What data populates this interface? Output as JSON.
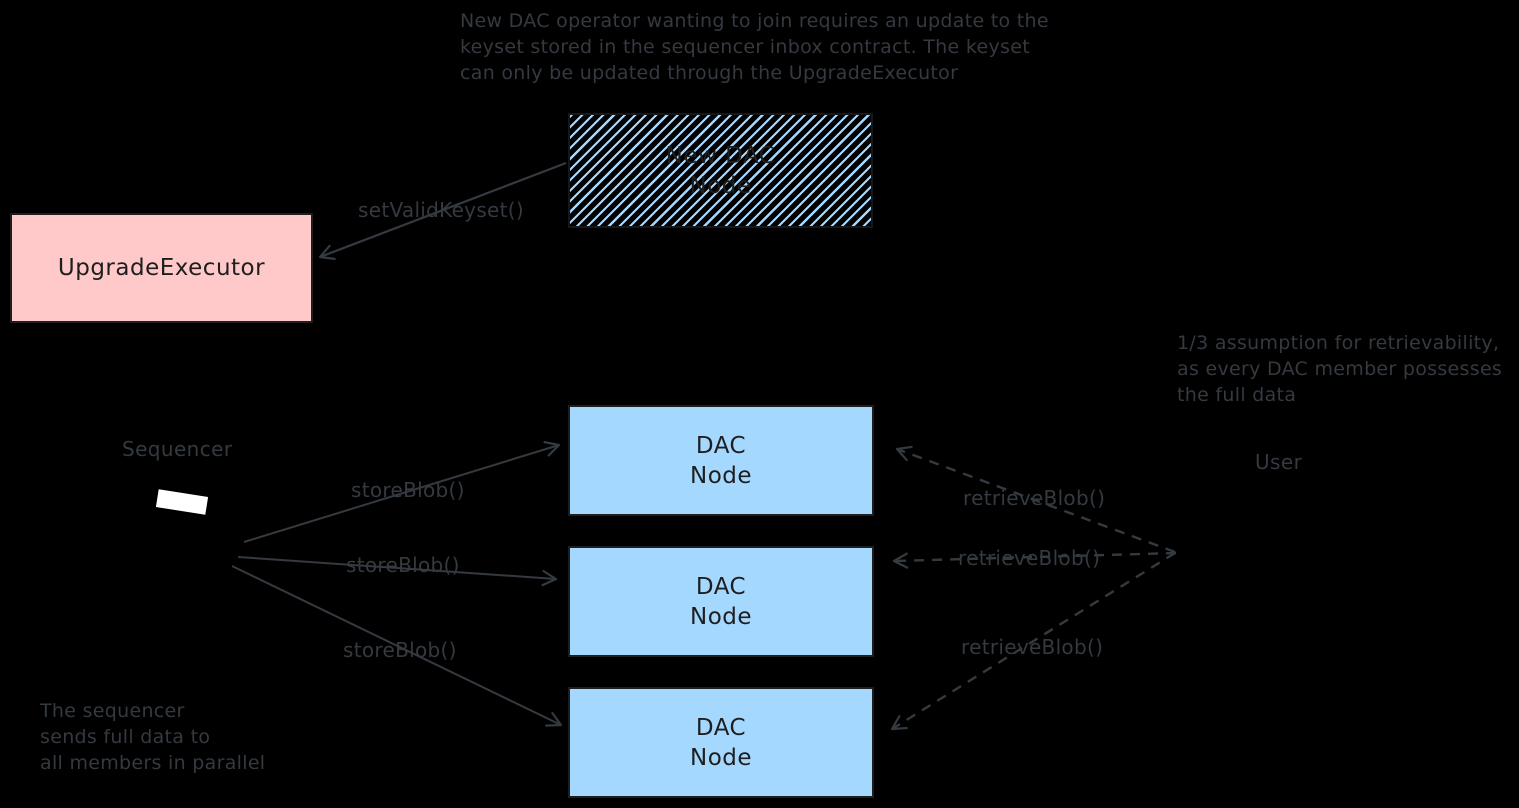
{
  "diagram": {
    "background_color": "#000000",
    "stroke_color": "#343a40",
    "box_text_color": "#1e1e1e",
    "notes": {
      "keyset_update": "New DAC operator wanting to join requires an update to the\nkeyset stored in the sequencer inbox contract. The keyset\ncan only be updated through the UpgradeExecutor",
      "retrievability": "1/3 assumption for retrievability,\nas every DAC member possesses\nthe full data",
      "sequencer_parallel": "The sequencer\nsends full data to\nall members in parallel"
    },
    "boxes": {
      "upgrade_executor": {
        "label": "UpgradeExecutor",
        "fill": "#ffc9c9"
      },
      "new_dac_node": {
        "label": "New DAC\nNode",
        "fill_style": "hachure",
        "hachure_color": "#a5d8ff"
      },
      "dac_node_fill": "#a5d8ff",
      "dac_nodes": [
        {
          "label": "DAC\nNode"
        },
        {
          "label": "DAC\nNode"
        },
        {
          "label": "DAC\nNode"
        }
      ]
    },
    "actors": {
      "sequencer": {
        "label": "Sequencer"
      },
      "user": {
        "label": "User"
      }
    },
    "edge_labels": {
      "set_valid_keyset": "setValidKeyset()",
      "store_blob": [
        "storeBlob()",
        "storeBlob()",
        "storeBlob()"
      ],
      "retrieve_blob": [
        "retrieveBlob()",
        "retrieveBlob()",
        "retrieveBlob()"
      ]
    }
  }
}
